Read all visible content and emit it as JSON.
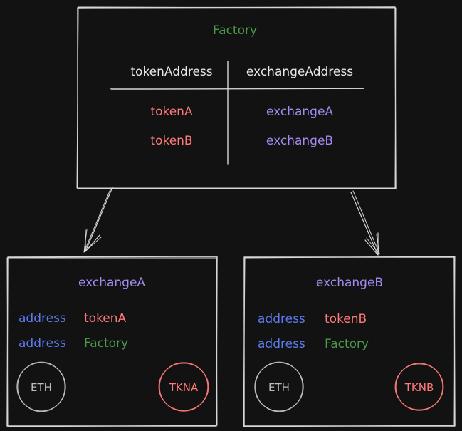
{
  "colors": {
    "background": "#121212",
    "stroke": "#d6d6d6",
    "factory_title": "#4a9a4a",
    "token": "#ff7a7a",
    "exchange": "#a48bf0",
    "keyword_address": "#5b7cf0",
    "eth": "#bdbdbd"
  },
  "factory": {
    "title": "Factory",
    "col_token_header": "tokenAddress",
    "col_exchange_header": "exchangeAddress",
    "rows": [
      {
        "token": "tokenA",
        "exchange": "exchangeA"
      },
      {
        "token": "tokenB",
        "exchange": "exchangeB"
      }
    ]
  },
  "exchanges": [
    {
      "title": "exchangeA",
      "lines": [
        {
          "keyword": "address",
          "value": "tokenA"
        },
        {
          "keyword": "address",
          "value": "Factory"
        }
      ],
      "eth_label": "ETH",
      "token_label": "TKNA"
    },
    {
      "title": "exchangeB",
      "lines": [
        {
          "keyword": "address",
          "value": "tokenB"
        },
        {
          "keyword": "address",
          "value": "Factory"
        }
      ],
      "eth_label": "ETH",
      "token_label": "TKNB"
    }
  ]
}
